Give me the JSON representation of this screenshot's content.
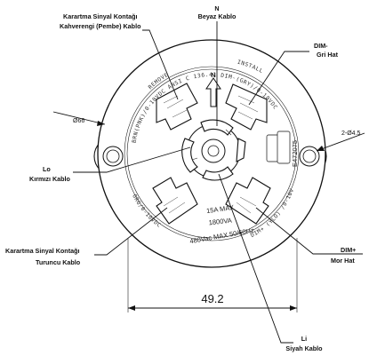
{
  "callouts": {
    "top_left": {
      "line1": "Karartma Sinyal Kontağı",
      "line2": "Kahverengi (Pembe) Kablo"
    },
    "top_center": {
      "line1": "N",
      "line2": "Beyaz Kablo"
    },
    "top_right": {
      "line1": "DIM-",
      "line2": "Gri Hat"
    },
    "left": {
      "line1": "Lo",
      "line2": "Kırmızı Kablo"
    },
    "bottom_left": {
      "line1": "Karartma Sinyal Kontağı",
      "line2": "Turuncu Kablo"
    },
    "bottom_right": {
      "line1": "DIM+",
      "line2": "Mor Hat"
    },
    "bottom_center": {
      "line1": "Li",
      "line2": "Siyah Kablo"
    }
  },
  "dimensions": {
    "outer_diameter": "Ø66",
    "holes": "2-Ø4.5",
    "width": "49.2"
  },
  "ring_text": {
    "remove": "REMOVE",
    "install": "INSTALL",
    "top_arc": "BRN(PNK)/0-10VDC  ANSI C 136.41  DIM-(GRY)/0-10VDC",
    "bottom_left_arc": "ORG/0-10VDC",
    "bottom_right_arc": "DIM+ (YLO) /0-10VDC"
  },
  "face_text": {
    "arrow_label": "N",
    "rating_current": "15A MAX",
    "rating_power": "1800VA",
    "rating_voltage": "480Vac MAX 50/60Hz",
    "cert": "E472075"
  }
}
